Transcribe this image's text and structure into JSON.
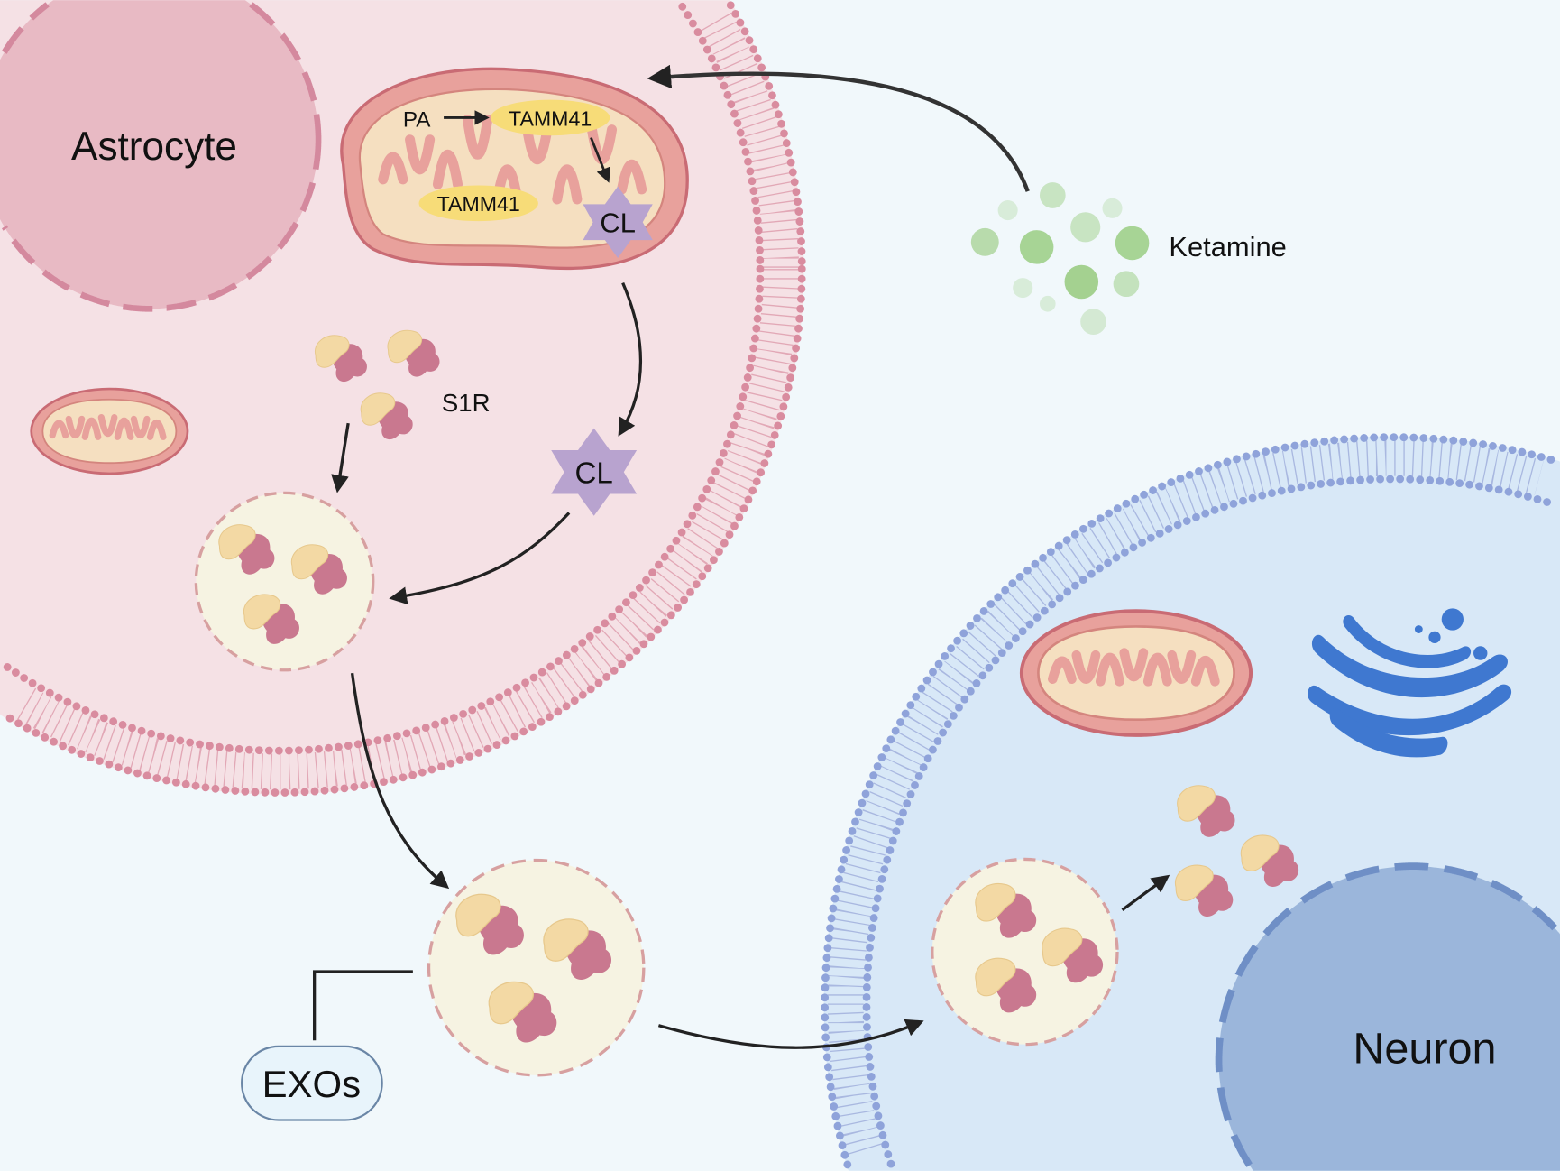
{
  "labels": {
    "astrocyte": "Astrocyte",
    "neuron": "Neuron",
    "pa": "PA",
    "tamm41_top": "TAMM41",
    "tamm41_bottom": "TAMM41",
    "cl_mito": "CL",
    "cl_cytosol": "CL",
    "s1r": "S1R",
    "ketamine": "Ketamine",
    "exos": "EXOs"
  },
  "colors": {
    "background": "#f1f8fb",
    "astrocyte_cytoplasm": "#f5e1e5",
    "astrocyte_membrane": "#d98c9f",
    "astrocyte_nucleus": "#e8bac4",
    "neuron_cytoplasm": "#d8e8f7",
    "neuron_membrane": "#8fa3da",
    "neuron_nucleus": "#9bb6db",
    "mitochondrion": "#e8a19c",
    "cristae": "#f5dfc0",
    "tamm41": "#f7dc78",
    "cardiolipin": "#b8a3cf",
    "ketamine": "#9fcf8a",
    "golgi": "#3f78d0",
    "vesicle": "#f6f3e2",
    "s1r_yellow": "#f3d9a4",
    "s1r_pink": "#c9788f"
  }
}
